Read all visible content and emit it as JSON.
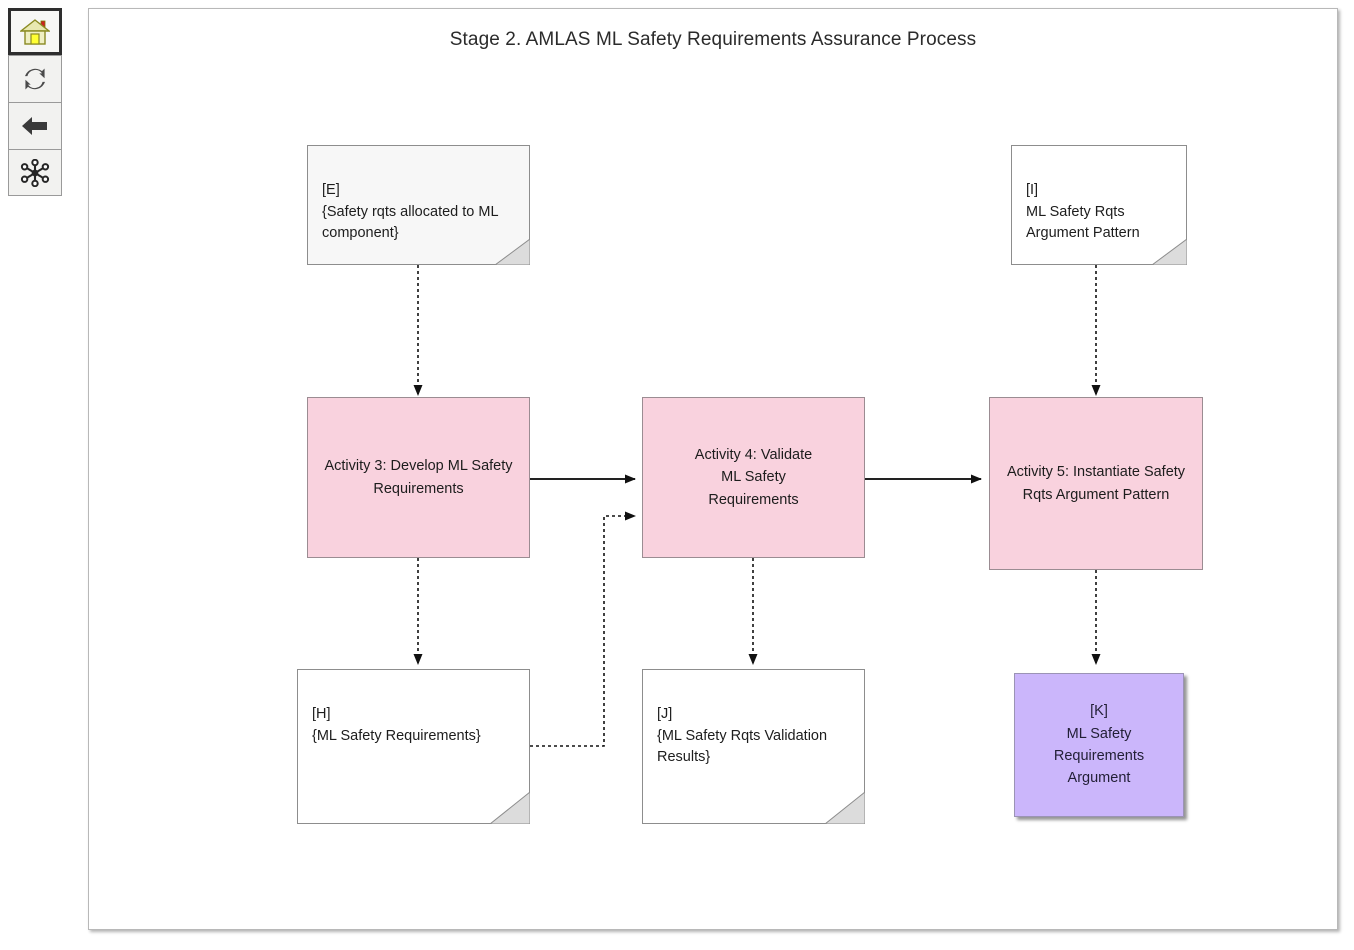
{
  "toolbar": {
    "buttons": [
      {
        "name": "home-icon",
        "label": "Home",
        "selected": true
      },
      {
        "name": "refresh-icon",
        "label": "Refresh",
        "selected": false
      },
      {
        "name": "back-arrow-icon",
        "label": "Back",
        "selected": false
      },
      {
        "name": "network-hub-icon",
        "label": "Overview",
        "selected": false
      }
    ]
  },
  "diagram": {
    "title": "Stage 2. AMLAS ML Safety Requirements Assurance Process",
    "colors": {
      "activity_fill": "#F9D2DE",
      "activity_stroke": "#9B8C92",
      "argument_fill": "#CBB6FB",
      "argument_stroke": "#9B93B5",
      "artifact_fill": "#FFFFFF",
      "artifact_alt_fill": "#F7F7F7",
      "artifact_stroke": "#8D8D8D",
      "connector": "#1A1A1A"
    },
    "nodes": [
      {
        "id": "E",
        "tag": "[E]",
        "text": "[E]\n{Safety rqts allocated to ML\ncomponent}",
        "type": "artifact"
      },
      {
        "id": "I",
        "tag": "[I]",
        "text": "[I]\nML Safety Rqts\nArgument Pattern",
        "type": "artifact"
      },
      {
        "id": "A3",
        "tag": "Activity 3",
        "text": "Activity 3: Develop ML Safety\nRequirements",
        "type": "activity"
      },
      {
        "id": "A4",
        "tag": "Activity 4",
        "text": "Activity 4: Validate\nML Safety\nRequirements",
        "type": "activity"
      },
      {
        "id": "A5",
        "tag": "Activity 5",
        "text": "Activity 5: Instantiate Safety\nRqts Argument Pattern",
        "type": "activity"
      },
      {
        "id": "H",
        "tag": "[H]",
        "text": "[H]\n{ML Safety Requirements}",
        "type": "artifact"
      },
      {
        "id": "J",
        "tag": "[J]",
        "text": "[J]\n{ML Safety Rqts Validation\nResults}",
        "type": "artifact"
      },
      {
        "id": "K",
        "tag": "[K]",
        "text": "[K]\nML Safety\nRequirements\nArgument",
        "type": "argument"
      }
    ],
    "edges": [
      {
        "from": "E",
        "to": "A3",
        "style": "dashed"
      },
      {
        "from": "I",
        "to": "A5",
        "style": "dashed"
      },
      {
        "from": "A3",
        "to": "A4",
        "style": "solid"
      },
      {
        "from": "A4",
        "to": "A5",
        "style": "solid"
      },
      {
        "from": "A3",
        "to": "H",
        "style": "dashed"
      },
      {
        "from": "A4",
        "to": "J",
        "style": "dashed"
      },
      {
        "from": "A5",
        "to": "K",
        "style": "dashed"
      },
      {
        "from": "H",
        "to": "A4",
        "style": "dashed"
      }
    ]
  }
}
